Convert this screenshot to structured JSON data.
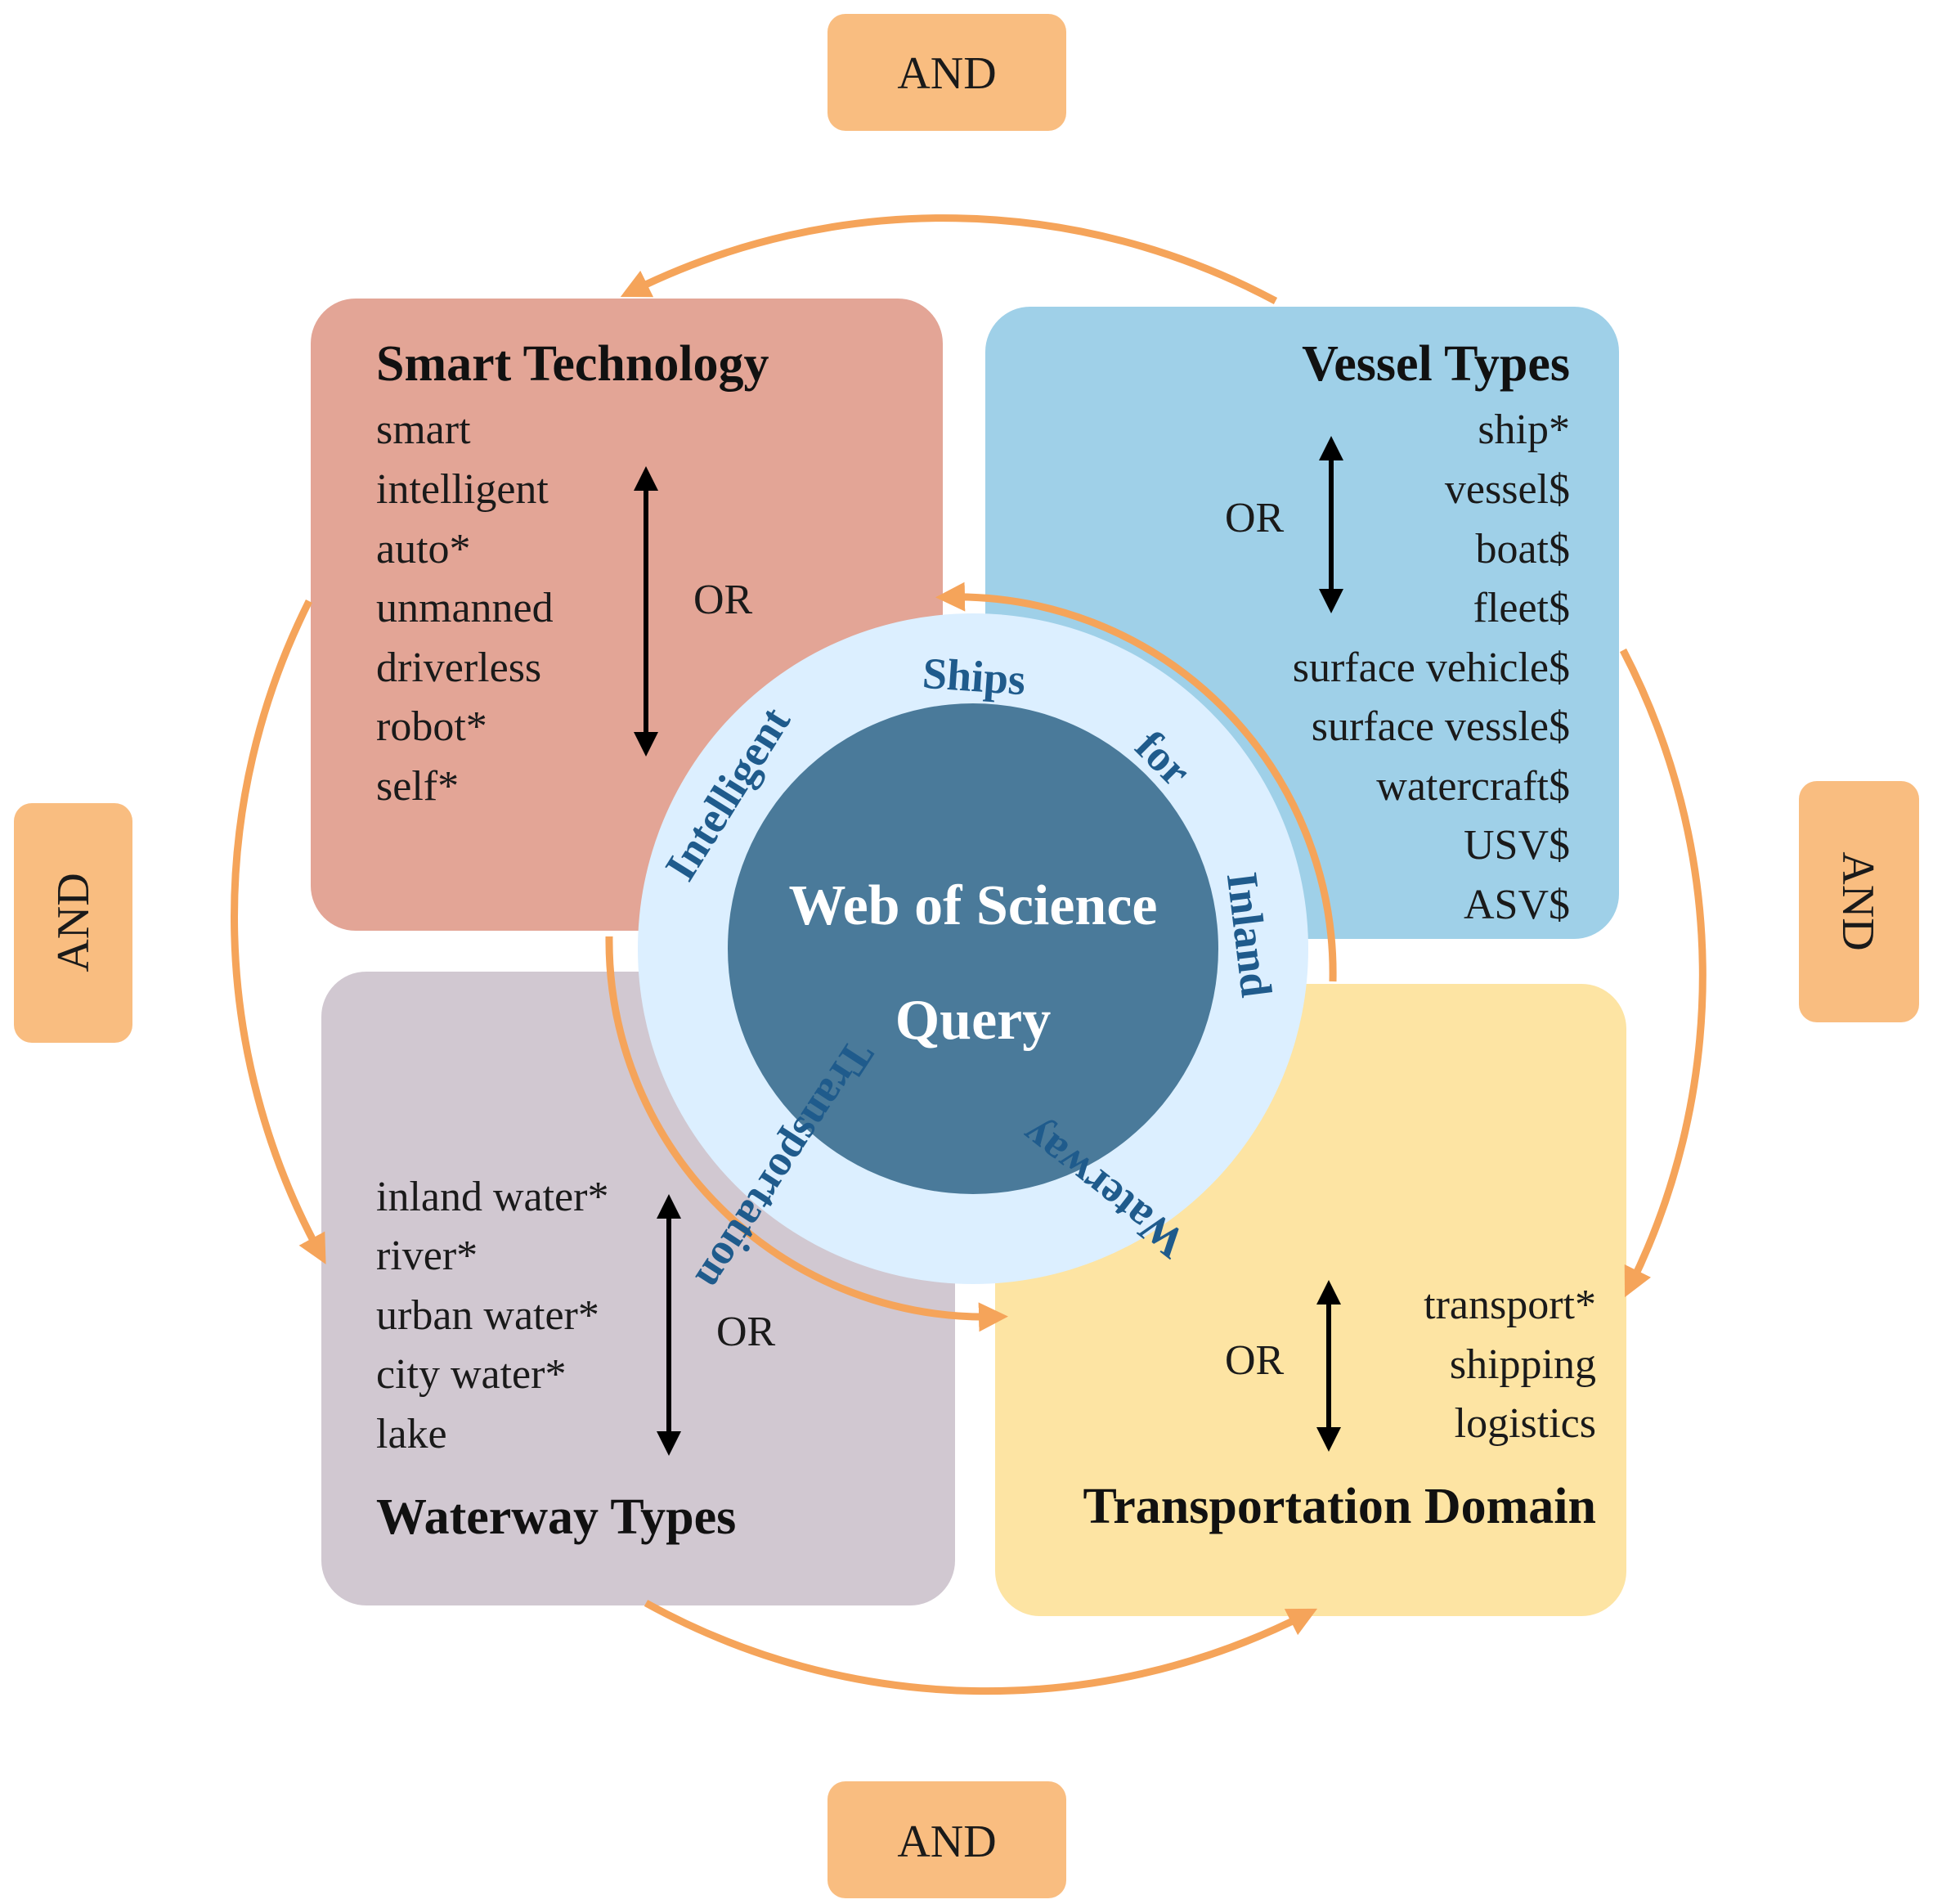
{
  "center": {
    "line1": "Web of  Science",
    "line2": "Query"
  },
  "ring": {
    "words": [
      "Intelligent",
      "Ships",
      "for",
      "Inland",
      "Waterway",
      "Transportation"
    ]
  },
  "connectors": {
    "and_label": "AND",
    "or_label": "OR"
  },
  "quadrants": {
    "smart_technology": {
      "title": "Smart Technology",
      "terms": [
        "smart",
        "intelligent",
        "auto*",
        "unmanned",
        "driverless",
        "robot*",
        "self*"
      ],
      "color": "#e3a596"
    },
    "vessel_types": {
      "title": "Vessel Types",
      "terms": [
        "ship*",
        "vessel$",
        "boat$",
        "fleet$",
        "surface vehicle$",
        "surface vessle$",
        "watercraft$",
        "USV$",
        "ASV$"
      ],
      "color": "#9fd0e8"
    },
    "waterway_types": {
      "title": "Waterway Types",
      "terms": [
        "inland water*",
        "river*",
        "urban water*",
        "city water*",
        "lake"
      ],
      "color": "#d1c8d1"
    },
    "transportation_domain": {
      "title": "Transportation Domain",
      "terms": [
        "transport*",
        "shipping",
        "logistics"
      ],
      "color": "#fde4a3"
    }
  },
  "colors": {
    "connector": "#f5a45a",
    "and_box": "#f9bd80",
    "ring_fill": "#dcefff",
    "center_fill": "#4a7a9a",
    "ring_text": "#1f5b8c"
  }
}
